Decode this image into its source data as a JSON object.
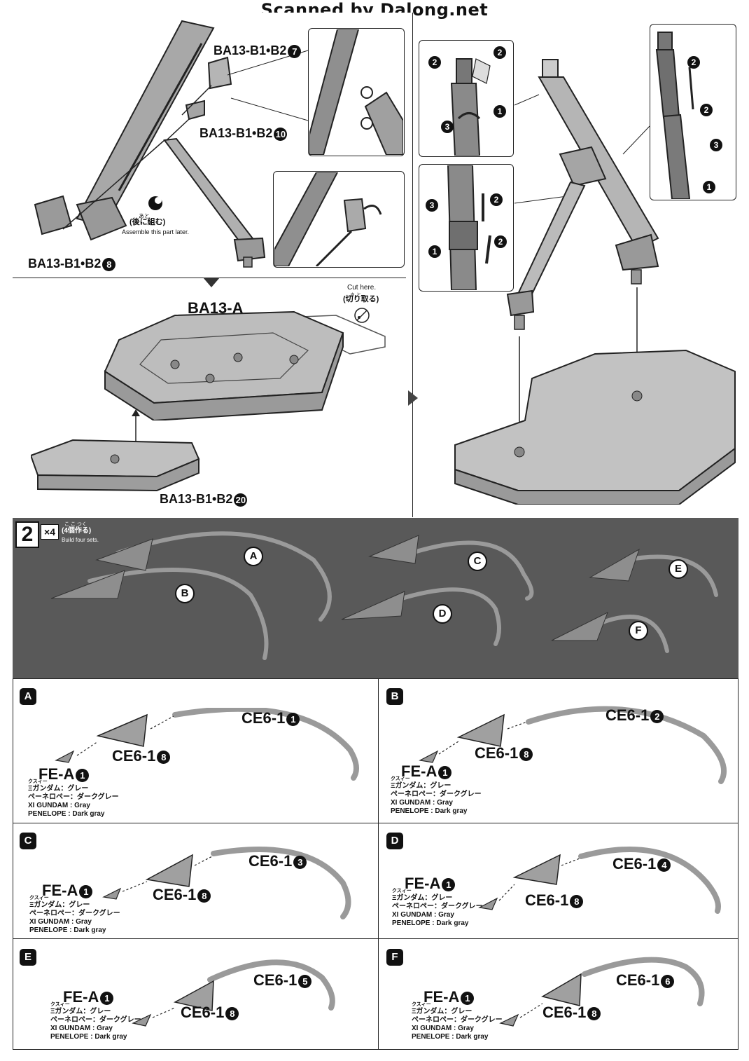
{
  "header": {
    "text": "Scanned by Dalong.net"
  },
  "step1": {
    "parts": {
      "p7": {
        "code": "BA13-B1•B2",
        "num": "7"
      },
      "p10": {
        "code": "BA13-B1•B2",
        "num": "10"
      },
      "p8": {
        "code": "BA13-B1•B2",
        "num": "8"
      },
      "p20": {
        "code": "BA13-B1•B2",
        "num": "20"
      }
    },
    "later_jp_ruby": "あと",
    "later_jp": "(後に組む)",
    "later_en": "Assemble this part later.",
    "base_label": "BA13-A",
    "cut_en": "Cut here.",
    "cut_ruby": "き  と",
    "cut_jp": "(切り取る)",
    "arrow_nums": [
      "1",
      "2",
      "3"
    ]
  },
  "step2": {
    "number": "2",
    "multiplier": "×4",
    "ruby": "こ こ つく",
    "jp": "(4個作る)",
    "en": "Build four sets.",
    "letters": [
      "A",
      "B",
      "C",
      "D",
      "E",
      "F"
    ]
  },
  "subpanels": [
    {
      "letter": "A",
      "fe": "FE-A",
      "fe_num": "1",
      "ce_a": "CE6-1",
      "ce_a_num": "1",
      "ce_b": "CE6-1",
      "ce_b_num": "8"
    },
    {
      "letter": "B",
      "fe": "FE-A",
      "fe_num": "1",
      "ce_a": "CE6-1",
      "ce_a_num": "2",
      "ce_b": "CE6-1",
      "ce_b_num": "8"
    },
    {
      "letter": "C",
      "fe": "FE-A",
      "fe_num": "1",
      "ce_a": "CE6-1",
      "ce_a_num": "3",
      "ce_b": "CE6-1",
      "ce_b_num": "8"
    },
    {
      "letter": "D",
      "fe": "FE-A",
      "fe_num": "1",
      "ce_a": "CE6-1",
      "ce_a_num": "4",
      "ce_b": "CE6-1",
      "ce_b_num": "8"
    },
    {
      "letter": "E",
      "fe": "FE-A",
      "fe_num": "1",
      "ce_a": "CE6-1",
      "ce_a_num": "5",
      "ce_b": "CE6-1",
      "ce_b_num": "8"
    },
    {
      "letter": "F",
      "fe": "FE-A",
      "fe_num": "1",
      "ce_a": "CE6-1",
      "ce_a_num": "6",
      "ce_b": "CE6-1",
      "ce_b_num": "8"
    }
  ],
  "color_notes": {
    "ruby": "クスィー",
    "line1": "Ξガンダム：グレー",
    "line2": "ペーネロペー：ダークグレー",
    "line3": "XI GUNDAM : Gray",
    "line4": "PENELOPE : Dark gray"
  },
  "colors": {
    "panel_dark": "#595959",
    "part_gray": "#9a9a9a",
    "line": "#222222"
  }
}
